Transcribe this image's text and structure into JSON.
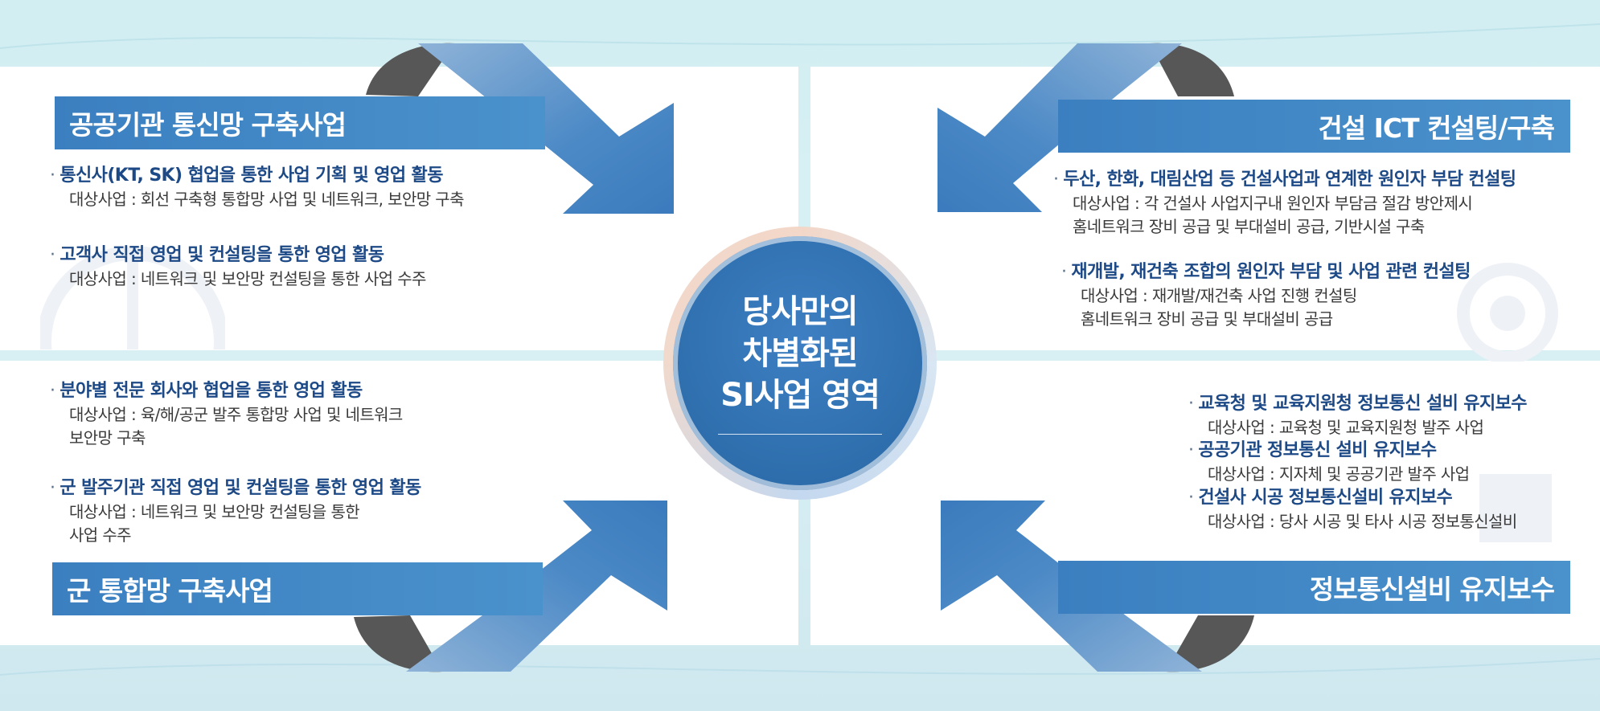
{
  "colors": {
    "bar_blue": "#3b7fc0",
    "heading_blue": "#1d4a86",
    "center_blue": "#2e6ead",
    "arrow_dark": "#555555",
    "background": "#d2eef2"
  },
  "center": {
    "line1": "당사만의",
    "line2": "차별화된",
    "line3": "SI사업 영역"
  },
  "top_left": {
    "title": "공공기관 통신망 구축사업",
    "items": [
      {
        "head": "통신사(KT, SK) 협업을 통한 사업 기획 및 영업 활동",
        "sub1": "대상사업 : 회선 구축형 통합망 사업 및 네트워크, 보안망 구축"
      },
      {
        "head": "고객사 직접 영업 및 컨설팅을 통한 영업 활동",
        "sub1": "대상사업 : 네트워크 및 보안망 컨설팅을 통한 사업 수주"
      }
    ]
  },
  "top_right": {
    "title": "건설 ICT 컨설팅/구축",
    "items": [
      {
        "head": "두산, 한화, 대림산업 등 건설사업과 연계한 원인자 부담 컨설팅",
        "sub1": "대상사업 : 각 건설사 사업지구내 원인자 부담금 절감 방안제시",
        "sub2": "홈네트워크 장비 공급 및 부대설비 공급, 기반시설 구축"
      },
      {
        "head": "재개발, 재건축 조합의 원인자 부담 및 사업 관련 컨설팅",
        "sub1": "대상사업 : 재개발/재건축 사업 진행 컨설팅",
        "sub2": "홈네트워크 장비 공급 및 부대설비 공급"
      }
    ]
  },
  "bottom_left": {
    "title": "군 통합망 구축사업",
    "items": [
      {
        "head": "분야별 전문 회사와 협업을 통한 영업 활동",
        "sub1": "대상사업 : 육/해/공군 발주 통합망 사업 및 네트워크",
        "sub2": "보안망 구축"
      },
      {
        "head": "군 발주기관 직접 영업 및 컨설팅을 통한 영업 활동",
        "sub1": "대상사업 : 네트워크 및 보안망 컨설팅을 통한",
        "sub2": "사업 수주"
      }
    ]
  },
  "bottom_right": {
    "title": "정보통신설비 유지보수",
    "items": [
      {
        "head": "교육청 및 교육지원청 정보통신 설비 유지보수",
        "sub1": "대상사업 : 교육청 및 교육지원청 발주 사업"
      },
      {
        "head": "공공기관 정보통신 설비 유지보수",
        "sub1": "대상사업 : 지자체 및 공공기관 발주 사업"
      },
      {
        "head": "건설사 시공 정보통신설비 유지보수",
        "sub1": "대상사업 : 당사 시공 및 타사 시공 정보통신설비"
      }
    ]
  }
}
